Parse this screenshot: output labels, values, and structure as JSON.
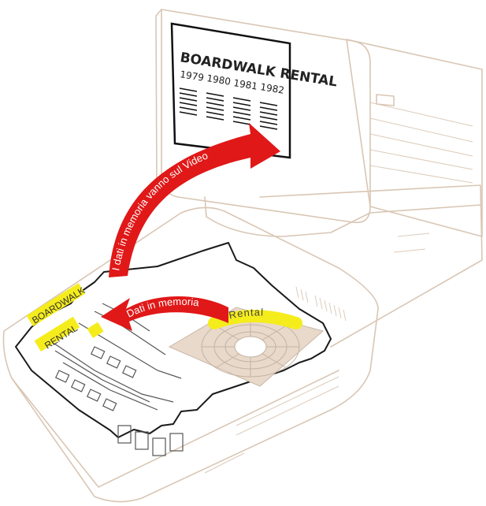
{
  "monitor": {
    "title": "BOARDWALK RENTAL",
    "years": [
      "1979",
      "1980",
      "1981",
      "1982"
    ]
  },
  "arrows": {
    "to_video": "I dati in memoria vanno sul Video",
    "to_memory": "Dati in memoria"
  },
  "disk": {
    "label": "Rental"
  },
  "memory_chips": {
    "line1": "BOARDWALK",
    "line2": "RENTAL"
  },
  "colors": {
    "arrow": "#e01818",
    "highlight": "#f5ec1c",
    "disk": "#e8d9cb",
    "outline": "#d9c6b4"
  }
}
